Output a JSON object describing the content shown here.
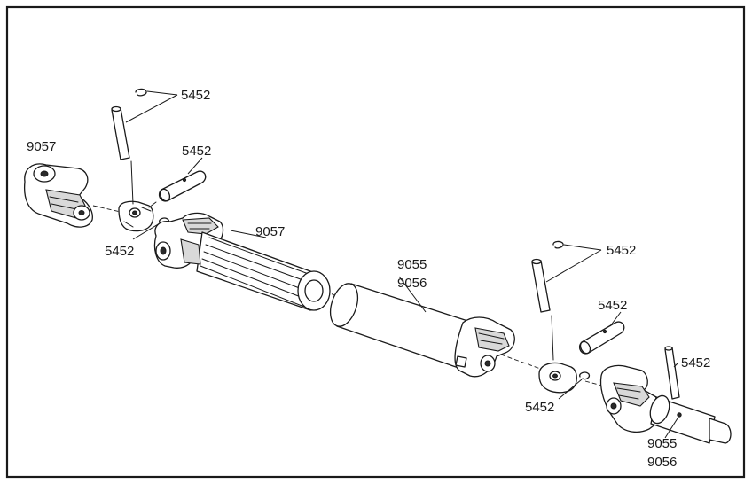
{
  "callouts": {
    "clip_top_left": "5452",
    "pin_left": "5452",
    "yoke_end_left": "9057",
    "clip_left": "5452",
    "slip_yoke": "9057",
    "tube_line1": "9055",
    "tube_line2": "9056",
    "clip_top_right": "5452",
    "pin_right": "5452",
    "clip_right": "5452",
    "pin_far_right": "5452",
    "stub_line1": "9055",
    "stub_line2": "9056"
  }
}
